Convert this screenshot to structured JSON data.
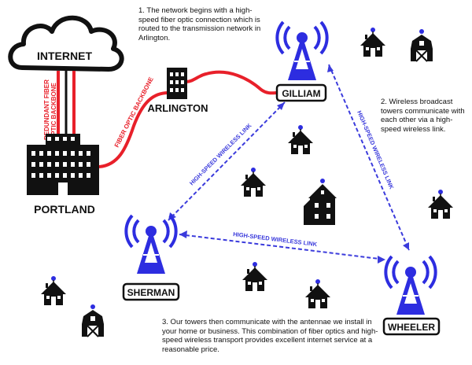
{
  "labels": {
    "internet": "INTERNET",
    "portland": "PORTLAND",
    "arlington": "ARLINGTON",
    "gilliam": "GILLIAM",
    "sherman": "SHERMAN",
    "wheeler": "WHEELER"
  },
  "links": {
    "redundant_line1": "REDUNDANT FIBER",
    "redundant_line2": "OPTIC BACKBONE",
    "fiber_backbone": "FIBER OPTIC BACKBONE",
    "wireless_link": "HIGH-SPEED WIRELESS LINK"
  },
  "notes": {
    "step1": "1. The network begins with a high-speed fiber optic connection which is routed to the transmission network in Arlington.",
    "step2": "2. Wireless broadcast towers communicate with each other via a high-speed wireless link.",
    "step3": "3. Our towers then communicate with the antennae we install in your home or business. This combination of fiber optics and high-speed wireless transport provides excellent internet service at a reasonable price."
  },
  "colors": {
    "fiber": "#e8202a",
    "wireless": "#3b3bdc",
    "tower": "#2d2de0",
    "building": "#111111"
  }
}
